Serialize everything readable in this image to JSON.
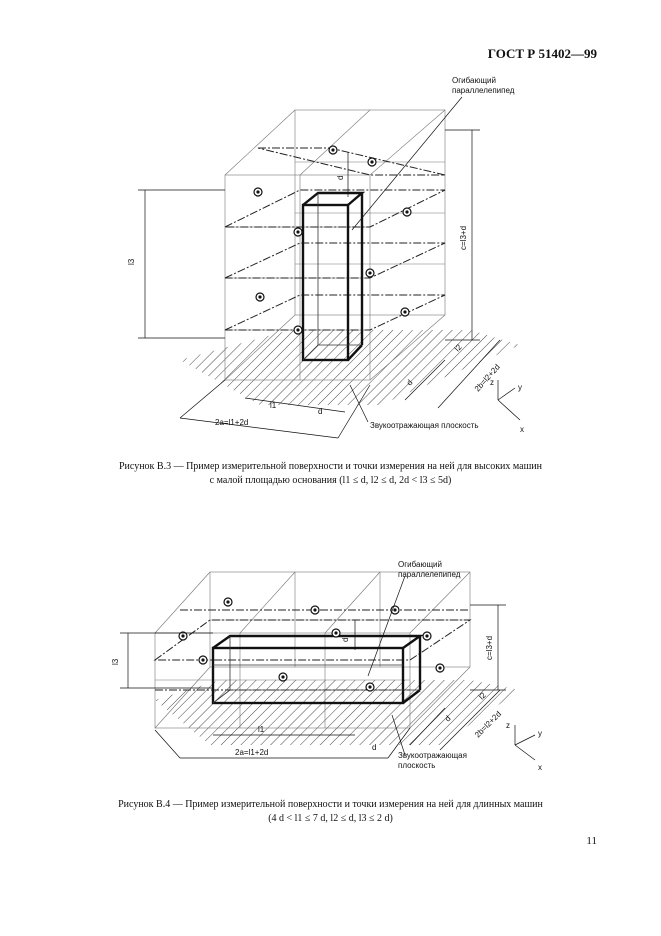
{
  "header": {
    "standard": "ГОСТ Р 51402—99"
  },
  "figure3": {
    "label_envelope": "Огибающий\nпараллелепипед",
    "label_reflecting": "Звукоотражающая плоскость",
    "dim_l3": "l3",
    "dim_d_top": "d",
    "dim_c": "c=l3+d",
    "dim_l2": "l2",
    "dim_b": "2b=l2+2d",
    "dim_d_side": "d",
    "dim_l1": "l1",
    "dim_d_bottom": "d",
    "dim_a": "2a=l1+2d",
    "axis_z": "z",
    "axis_y": "y",
    "axis_x": "x",
    "caption_line1": "Рисунок В.3 — Пример измерительной поверхности и точки измерения на ней для высоких машин",
    "caption_line2": "с малой площадью основания (l1 ≤ d, l2 ≤ d, 2d < l3 ≤ 5d)"
  },
  "figure4": {
    "label_envelope": "Огибающий\nпараллелепипед",
    "label_reflecting": "Звукоотражающая\nплоскость",
    "dim_l3": "l3",
    "dim_d_top": "d",
    "dim_c": "c=l3+d",
    "dim_l2": "l2",
    "dim_b": "2b=l2+2d",
    "dim_d_side": "d",
    "dim_l1": "l1",
    "dim_d_bottom": "d",
    "dim_a": "2a=l1+2d",
    "axis_z": "z",
    "axis_y": "y",
    "axis_x": "x",
    "caption_line1": "Рисунок В.4 — Пример измерительной поверхности и точки измерения на ней для длинных машин",
    "caption_line2": "(4 d < l1 ≤ 7 d, l2 ≤ d, l3 ≤ 2 d)"
  },
  "footer": {
    "page_number": "11"
  }
}
